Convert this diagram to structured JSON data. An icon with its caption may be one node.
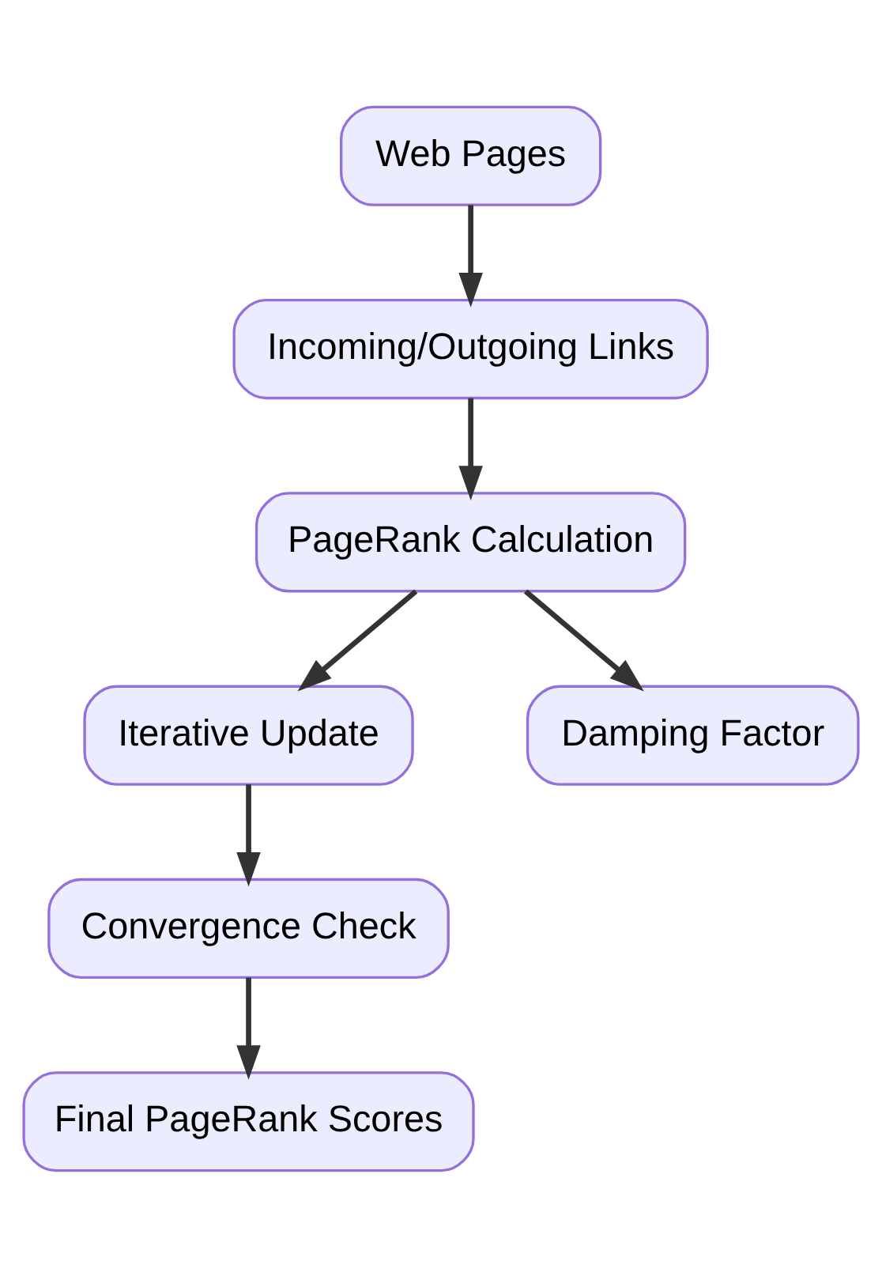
{
  "diagram": {
    "nodes": [
      {
        "text": [
          "Web Pages"
        ]
      },
      {
        "text": [
          "Incoming/Outgoing Links"
        ]
      },
      {
        "text": [
          "PageRank Calculation"
        ]
      },
      {
        "text": [
          "Iterative Update"
        ]
      },
      {
        "text": [
          "Damping Factor"
        ]
      },
      {
        "text": [
          "Convergence Check"
        ]
      },
      {
        "text": [
          "Final PageRank Scores"
        ]
      }
    ],
    "edges": [
      {
        "from": 0,
        "to": 1,
        "arrow": "to"
      },
      {
        "from": 1,
        "to": 2,
        "arrow": "to"
      },
      {
        "from": 2,
        "to": 3,
        "arrow": "to"
      },
      {
        "from": 2,
        "to": 4,
        "arrow": "to"
      },
      {
        "from": 3,
        "to": 5,
        "arrow": "to"
      },
      {
        "from": 5,
        "to": 6,
        "arrow": "to"
      }
    ]
  }
}
